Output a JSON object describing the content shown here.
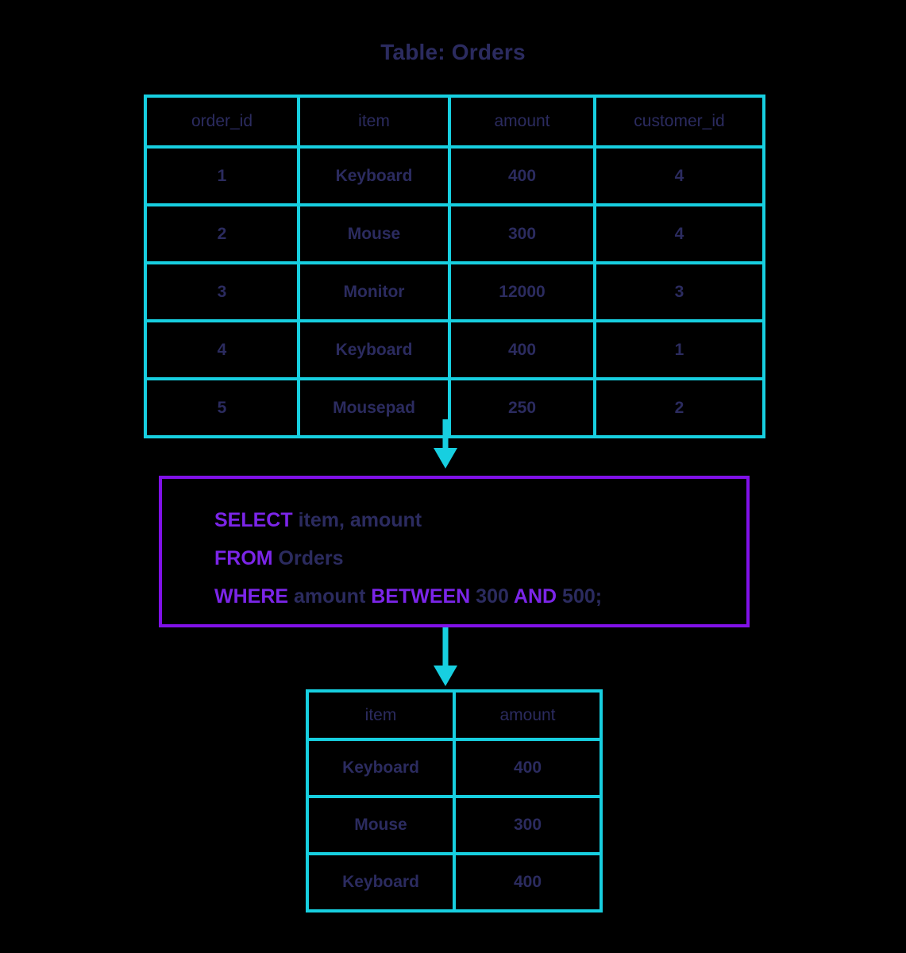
{
  "title": "Table: Orders",
  "colors": {
    "background": "#000000",
    "table_border": "#17cfe0",
    "text": "#2b2b5f",
    "sql_box_border": "#8011e8",
    "sql_keyword": "#7b25e8",
    "arrow": "#17cfe0"
  },
  "source_table": {
    "name": "Orders",
    "columns": [
      "order_id",
      "item",
      "amount",
      "customer_id"
    ],
    "rows": [
      [
        "1",
        "Keyboard",
        "400",
        "4"
      ],
      [
        "2",
        "Mouse",
        "300",
        "4"
      ],
      [
        "3",
        "Monitor",
        "12000",
        "3"
      ],
      [
        "4",
        "Keyboard",
        "400",
        "1"
      ],
      [
        "5",
        "Mousepad",
        "250",
        "2"
      ]
    ]
  },
  "query": {
    "line1": {
      "keyword": "SELECT",
      "rest": " item, amount"
    },
    "line2": {
      "keyword": "FROM",
      "rest": " Orders"
    },
    "line3": {
      "keyword1": "WHERE",
      "mid1": " amount ",
      "keyword2": "BETWEEN",
      "mid2": " 300 ",
      "keyword3": "AND",
      "mid3": " 500;"
    },
    "full_text": "SELECT item, amount FROM Orders WHERE amount BETWEEN 300 AND 500;"
  },
  "result_table": {
    "columns": [
      "item",
      "amount"
    ],
    "rows": [
      [
        "Keyboard",
        "400"
      ],
      [
        "Mouse",
        "300"
      ],
      [
        "Keyboard",
        "400"
      ]
    ]
  },
  "arrows": [
    {
      "name": "table-to-query",
      "direction": "down"
    },
    {
      "name": "query-to-result",
      "direction": "down"
    }
  ]
}
